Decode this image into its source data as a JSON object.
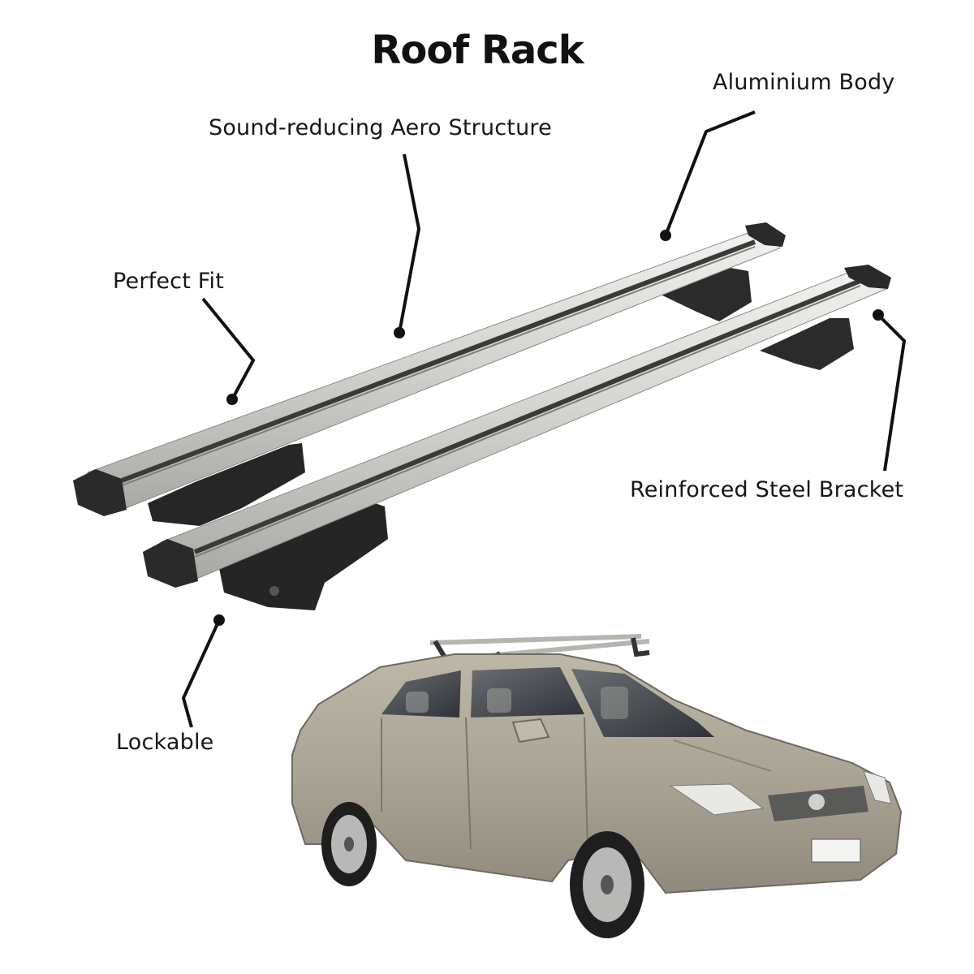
{
  "title": "Roof Rack",
  "features": {
    "aero": "Sound-reducing Aero Structure",
    "aluminium": "Aluminium Body",
    "fit": "Perfect Fit",
    "steel": "Reinforced Steel Bracket",
    "lockable": "Lockable"
  },
  "colors": {
    "text": "#111111",
    "bar_silver": "#cfcfcb",
    "bracket_black": "#2a2a2a",
    "car_body": "#a9a394"
  }
}
